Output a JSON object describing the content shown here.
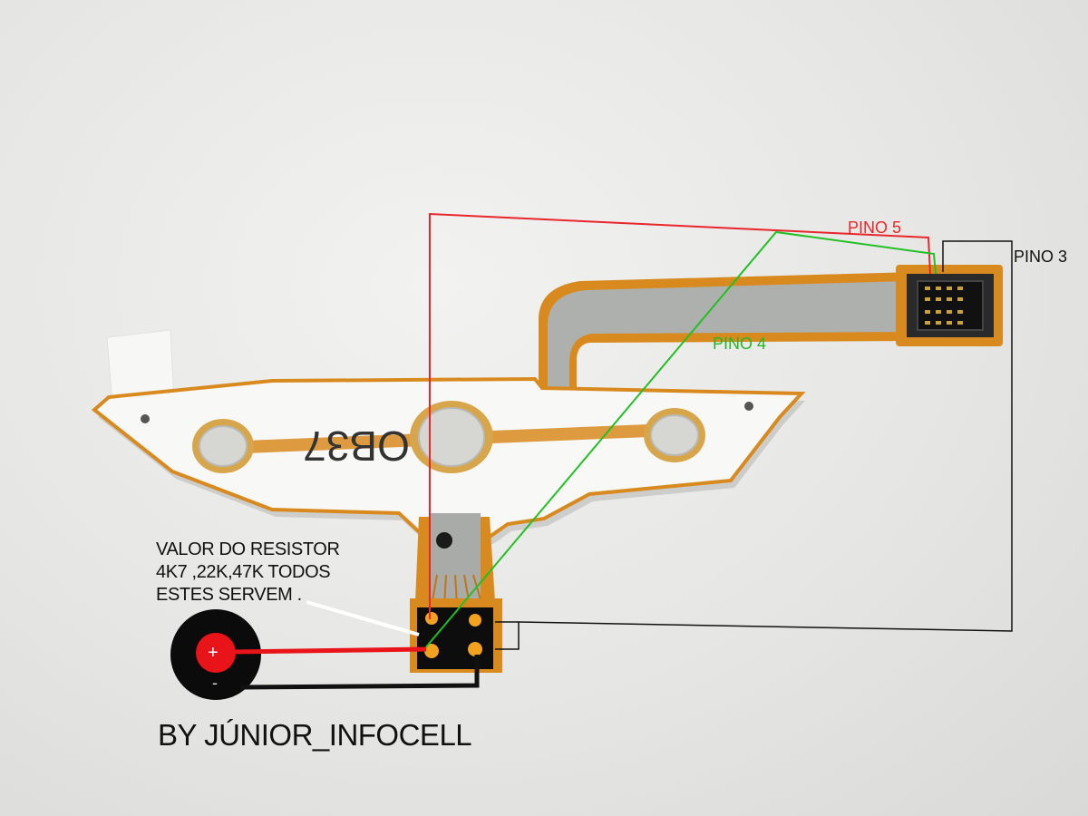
{
  "labels": {
    "pin5": "PINO 5",
    "pin3": "PINO 3",
    "pin4": "PINO 4",
    "part_code": "OB37",
    "plus_sign": "+",
    "minus_sign": "-"
  },
  "resistor_note": {
    "line1": "VALOR DO RESISTOR",
    "line2": "4K7 ,22K,47K TODOS",
    "line3": "ESTES  SERVEM ."
  },
  "credit": "BY JÚNIOR_INFOCELL",
  "colors": {
    "wire_pin5": "#e8262b",
    "wire_pin4": "#22c025",
    "wire_pin3": "#111111",
    "battery_positive": "#e8141a",
    "flex_copper": "#d98a1f",
    "flex_base": "#f8f8f6"
  }
}
